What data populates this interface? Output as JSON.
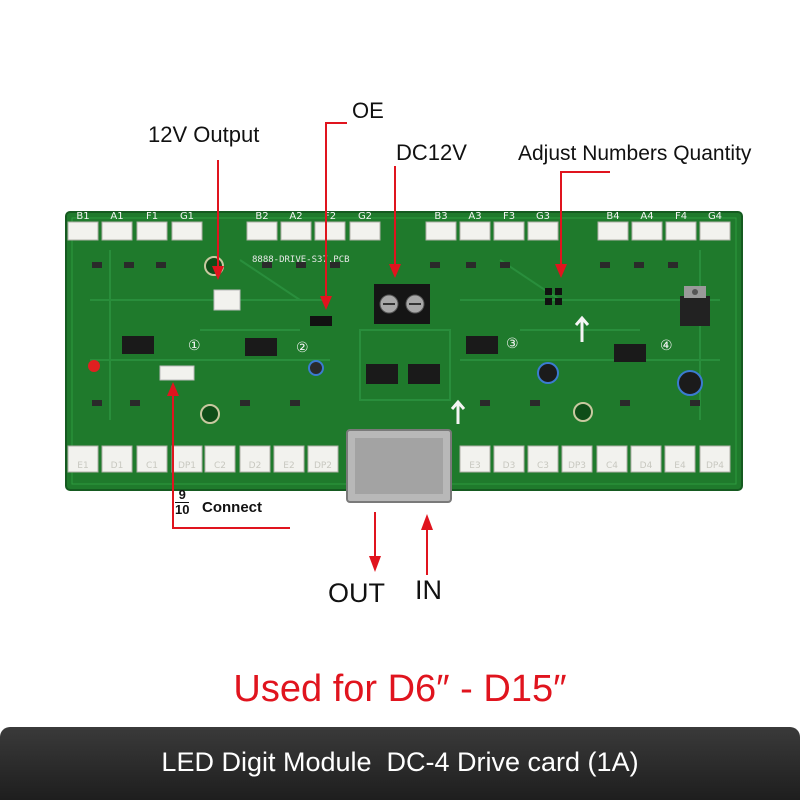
{
  "callouts": {
    "output_12v": "12V Output",
    "oe": "OE",
    "dc12v": "DC12V",
    "adjust": "Adjust Numbers Quantity",
    "connect_num": "9",
    "connect_den": "10",
    "connect_label": "Connect",
    "out": "OUT",
    "in": "IN"
  },
  "board": {
    "top_labels": [
      "B1",
      "A1",
      "F1",
      "G1",
      "B2",
      "A2",
      "F2",
      "G2",
      "B3",
      "A3",
      "F3",
      "G3",
      "B4",
      "A4",
      "F4",
      "G4"
    ],
    "bottom_labels": [
      "E1",
      "D1",
      "C1",
      "DP1",
      "C2",
      "D2",
      "E2",
      "DP2",
      "E3",
      "D3",
      "C3",
      "DP3",
      "C4",
      "D4",
      "E4",
      "DP4"
    ],
    "pcb_name": "8888-DRIVE-S37.PCB",
    "section_numbers": [
      "①",
      "②",
      "③",
      "④"
    ]
  },
  "caption": "Used for D6″  -  D15″",
  "banner": "LED Digit Module  DC-4 Drive card (1A)",
  "colors": {
    "pcb": "#1f7a2c",
    "pcb_dark": "#15591f",
    "connector": "#f2f2ee",
    "arrow": "#e0141e",
    "banner": "#2b2b2b"
  }
}
